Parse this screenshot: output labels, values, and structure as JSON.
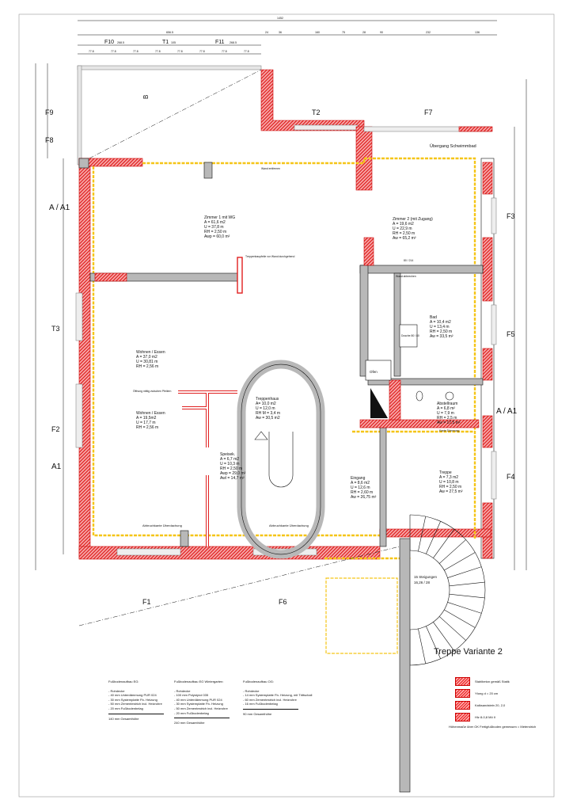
{
  "colors": {
    "masonry": "#e02020",
    "hatch_light": "#f7b0b0",
    "insulation": "#f5c518",
    "concrete": "#b8b8b8",
    "line": "#111111"
  },
  "top_dimensions": {
    "overall": "1452",
    "left_block": "656.5",
    "segments": [
      "24",
      "36",
      "160",
      "75",
      "28",
      "90",
      "232",
      "136"
    ],
    "openings": [
      {
        "label": "F10",
        "value": "268.5"
      },
      {
        "label": "T1",
        "value": "105"
      },
      {
        "label": "F11",
        "value": "268.5"
      }
    ],
    "modules": [
      "77.8",
      "77.8",
      "77.8",
      "77.8",
      "77.8",
      "77.8",
      "77.8",
      "77.8"
    ]
  },
  "openings": {
    "T2": "T2",
    "F7": "F7",
    "F9": "F9",
    "F8_left": "F8",
    "T3": "T3",
    "F2": "F2",
    "F3": "F3",
    "F5": "F5",
    "F4": "F4",
    "F1": "F1",
    "F6": "F6",
    "B": "B"
  },
  "section_marks": {
    "aa1_left_top": "A / A1",
    "aa1_left_bottom": "A1",
    "aa1_right": "A / A1"
  },
  "rooms": [
    {
      "name": "Zimmer 1 mit WG",
      "lines": [
        "A = 61,6 m2",
        "U = 37,8 m",
        "RH = 2,50 m",
        "Awp = 60,0 m²"
      ]
    },
    {
      "name": "Zimmer 2 (mit Zugang)",
      "lines": [
        "A = 19,6 m2",
        "U = 22,9 m",
        "RH = 2,50 m",
        "Aw = 65,2 m²"
      ]
    },
    {
      "name": "Bad",
      "lines": [
        "A = 10,4 m2",
        "U = 13,4 m",
        "RH = 2,50 m",
        "Aw = 33,5 m²"
      ]
    },
    {
      "name": "Wohnen / Essen",
      "lines": [
        "A = 37,0 m2",
        "U = 30,81 m",
        "RH = 2,56 m"
      ]
    },
    {
      "name": "Wohnen / Essen",
      "lines": [
        "A = 19,5m2",
        "U = 17,7 m",
        "RH = 2,56 m"
      ]
    },
    {
      "name": "Treppenhaus",
      "lines": [
        "A= 10,0 m2",
        "U = 12,0 m",
        "RH M = 3,4 m",
        "Aw = 30,5 m2"
      ]
    },
    {
      "name": "Speisek.",
      "lines": [
        "A = 6,7 m2",
        "U = 10,3 m",
        "RH = 2,50 m",
        "Awp = 29,0 m²",
        "Awl = 14,7 m²"
      ]
    },
    {
      "name": "Eingang",
      "lines": [
        "A = 8,6 m2",
        "U = 12,6 m",
        "RH = 2,60 m",
        "Aw = 26,75 m²"
      ]
    },
    {
      "name": "Abstellraum",
      "lines": [
        "A = 6,8 m²",
        "U = 7,9 m",
        "RH = 2,5 m",
        "Aw = 17,5 m²"
      ]
    },
    {
      "name": "Treppe",
      "lines": [
        "A = 7,3 m2",
        "U = 10,8 m",
        "RH = 2,50 m",
        "Aw = 27,5 m²"
      ]
    }
  ],
  "annotations": {
    "uebergang": "Übergang Schwimmbad",
    "ofen": "Ofen",
    "dusche": "Dusche 80 / 80",
    "abbruch1": "Abbruchkante Überdachung",
    "abbruch2": "Abbruchkante Überdachung",
    "steigungen": "15 Steigungen",
    "steigungen_dim": "16,26 / 28",
    "wand_entfernen": "Wand entfernen",
    "kante_daemmung": "Kante Dämmung",
    "oeffnung": "Öffnung mittig zwischen Pfeilern",
    "wand_abbrechen": "Wand abbrechen",
    "tuer_dim": "80 / 214",
    "treppenbaupfeile": "Treppenbaupfeile vor Wand durchgehend"
  },
  "floor_notes": [
    {
      "heading": "Fußbodenaufbau EG:",
      "items": [
        "- Rohdecke",
        "- 40 mm Unterdämmung PUR 024",
        "- 30 mm Systemplatte Fb- Heizung",
        "- 50 mm Zementestrich incl. Heizrohre",
        "- 20 mm Fußbodenbelag"
      ],
      "total": "140 mm Gesamthöhe"
    },
    {
      "heading": "Fußbodenaufbau EG Wintergarten:",
      "items": [
        "- Rohdecke",
        "- 100 mm Polystyrol 035",
        "- 40 mm Unterdämmung PUR 024",
        "- 30 mm Systemplatte Fb- Heizung",
        "- 50 mm Zementestrich incl. Heizrohre",
        "- 20 mm Fußbodenbelag"
      ],
      "total": "240 mm Gesamthöhe"
    },
    {
      "heading": "Fußbodenaufbau OG:",
      "items": [
        "- Rohdecke",
        "- 14 mm Systemplatte Fb- Heizung, mit Trittschall",
        "- 60 mm Zementestrich incl. Heizrohre",
        "- 16 mm Fußbodenbelag"
      ],
      "total": "90 mm Gesamthöhe"
    }
  ],
  "legend": {
    "title": "Treppe Variante 2",
    "items": [
      "Stahlbeton gemäß Statik",
      "Ytong d = 20 cm",
      "Kalksandstein 20, 2,0",
      "Hlz 8-0,8 Mö II"
    ],
    "footnote": "Höhenmaße über OK Fertigfußboden gemessen = Meterstrich"
  }
}
